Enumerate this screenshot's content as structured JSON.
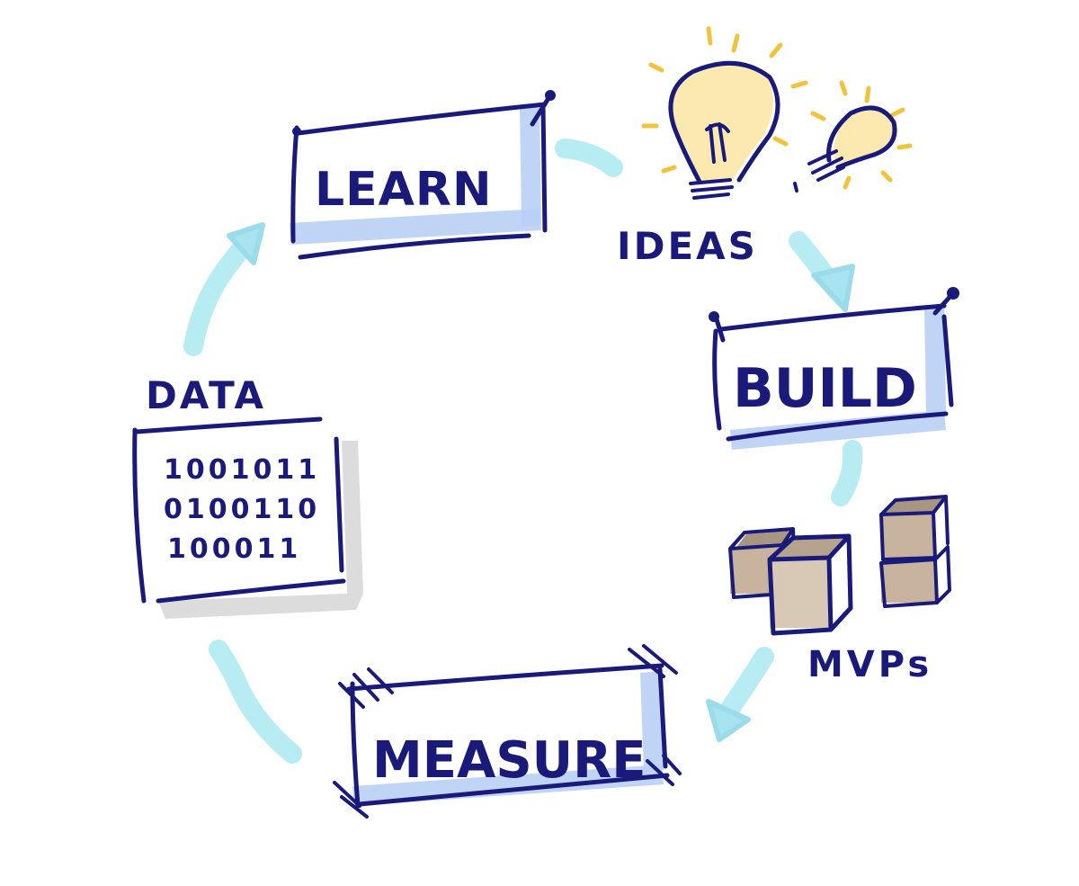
{
  "diagram": {
    "nodes": {
      "learn": {
        "label": "LEARN"
      },
      "build": {
        "label": "BUILD"
      },
      "measure": {
        "label": "MEASURE"
      }
    },
    "annotations": {
      "ideas": "IDEAS",
      "mvps": "MVPs",
      "data": "DATA"
    },
    "data_rows": [
      "1001011",
      "0100110",
      "100011"
    ],
    "colors": {
      "ink": "#1a1a7a",
      "highlight_blue": "#b9cff5",
      "arrow_cyan": "#b8ecf3",
      "bulb_yellow": "#fbe7a6",
      "ray_yellow": "#f1c33b",
      "box_brown": "#c8b49e",
      "shadow_gray": "#dcdcdc"
    },
    "icons": [
      "lightbulb-icon",
      "box-icon",
      "data-sheet-icon"
    ]
  }
}
